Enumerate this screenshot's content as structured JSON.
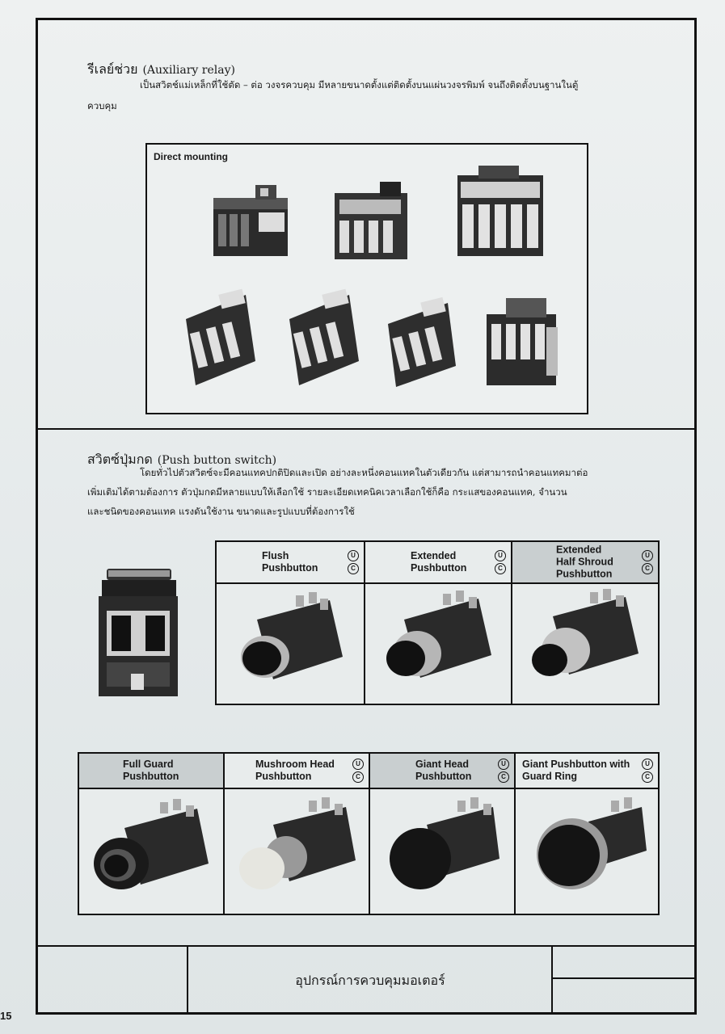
{
  "section1": {
    "title_th": "รีเลย์ช่วย",
    "title_en": "(Auxiliary relay)",
    "body_line1": "เป็นสวิตช์แม่เหล็กที่ใช้ตัด – ต่อ วงจรควบคุม มีหลายขนาดตั้งแต่ติดตั้งบนแผ่นวงจรพิมพ์ จนถึงติดตั้งบนฐานในตู้",
    "body_line2": "ควบคุม",
    "figure_label": "Direct mounting"
  },
  "section2": {
    "title_th": "สวิตซ์ปุ่มกด",
    "title_en": "(Push button switch)",
    "body_line1": "โดยทั่วไปตัวสวิตซ์จะมีคอนแทคปกติปิดและเปิด อย่างละหนึ่งคอนแทคในตัวเดียวกัน แต่สามารถนำคอนแทคมาต่อ",
    "body_line2": "เพิ่มเติมได้ตามต้องการ ตัวปุ่มกดมีหลายแบบให้เลือกใช้ รายละเอียดเทคนิคเวลาเลือกใช้ก็คือ กระแสของคอนแทค, จำนวน",
    "body_line3": "และชนิดของคอนแทค แรงดันใช้งาน ขนาดและรูปแบบที่ต้องการใช้"
  },
  "certs": {
    "ul": "U",
    "csa": "C"
  },
  "top_row": [
    {
      "label": "Flush\nPushbutton"
    },
    {
      "label": "Extended\nPushbutton"
    },
    {
      "label": "Extended\nHalf Shroud\nPushbutton"
    }
  ],
  "bottom_row": [
    {
      "label": "Full Guard\nPushbutton"
    },
    {
      "label": "Mushroom Head\nPushbutton"
    },
    {
      "label": "Giant Head\nPushbutton"
    },
    {
      "label": "Giant Pushbutton with\nGuard Ring"
    }
  ],
  "footer": {
    "title": "อุปกรณ์การควบคุมมอเตอร์"
  },
  "page_number": "15"
}
